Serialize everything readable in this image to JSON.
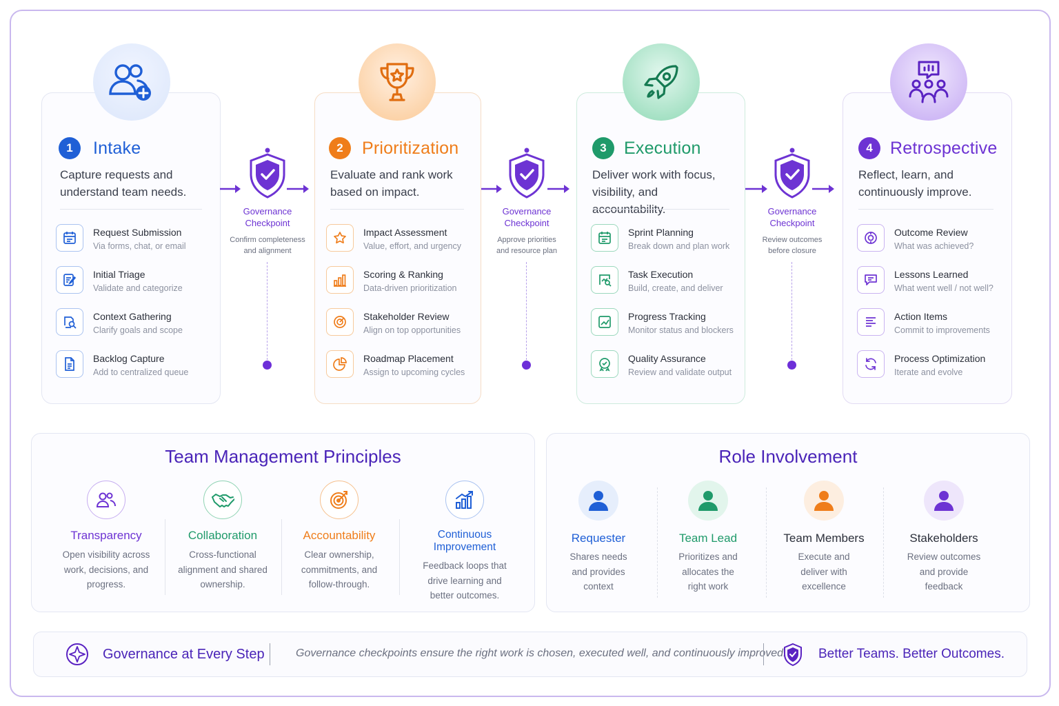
{
  "colors": {
    "intake": "#1f5fd6",
    "prioritization": "#ef7d1a",
    "execution": "#1f9a6a",
    "retrospective": "#6d33d3",
    "governance": "#6d33d3",
    "heading": "#4a24b8"
  },
  "stages": [
    {
      "number": "1",
      "title": "Intake",
      "icon": "add-user-icon",
      "description": [
        "Capture requests and",
        "understand team needs."
      ],
      "items": [
        {
          "title": "Request Submission",
          "subtitle": "Via forms, chat, or email",
          "icon": "form-icon"
        },
        {
          "title": "Initial Triage",
          "subtitle": "Validate and categorize",
          "icon": "edit-checklist-icon"
        },
        {
          "title": "Context Gathering",
          "subtitle": "Clarify goals and scope",
          "icon": "search-document-icon"
        },
        {
          "title": "Backlog Capture",
          "subtitle": "Add to centralized queue",
          "icon": "document-icon"
        }
      ]
    },
    {
      "number": "2",
      "title": "Prioritization",
      "icon": "trophy-icon",
      "description": [
        "Evaluate and rank work",
        "based on impact."
      ],
      "items": [
        {
          "title": "Impact Assessment",
          "subtitle": "Value, effort, and urgency",
          "icon": "star-icon"
        },
        {
          "title": "Scoring & Ranking",
          "subtitle": "Data-driven prioritization",
          "icon": "bar-chart-icon"
        },
        {
          "title": "Stakeholder Review",
          "subtitle": "Align on top opportunities",
          "icon": "target-icon"
        },
        {
          "title": "Roadmap Placement",
          "subtitle": "Assign to upcoming cycles",
          "icon": "pie-chart-icon"
        }
      ]
    },
    {
      "number": "3",
      "title": "Execution",
      "icon": "rocket-icon",
      "description": [
        "Deliver work with focus,",
        "visibility, and accountability."
      ],
      "items": [
        {
          "title": "Sprint Planning",
          "subtitle": "Break down and plan work",
          "icon": "calendar-icon"
        },
        {
          "title": "Task Execution",
          "subtitle": "Build, create, and deliver",
          "icon": "magnifier-chart-icon"
        },
        {
          "title": "Progress Tracking",
          "subtitle": "Monitor status and blockers",
          "icon": "trend-icon"
        },
        {
          "title": "Quality Assurance",
          "subtitle": "Review and validate output",
          "icon": "check-badge-icon"
        }
      ]
    },
    {
      "number": "4",
      "title": "Retrospective",
      "icon": "team-discussion-icon",
      "description": [
        "Reflect, learn, and",
        "continuously improve."
      ],
      "items": [
        {
          "title": "Outcome Review",
          "subtitle": "What was achieved?",
          "icon": "target-icon"
        },
        {
          "title": "Lessons Learned",
          "subtitle": "What went well / not well?",
          "icon": "speech-bubble-icon"
        },
        {
          "title": "Action Items",
          "subtitle": "Commit to improvements",
          "icon": "list-icon"
        },
        {
          "title": "Process Optimization",
          "subtitle": "Iterate and evolve",
          "icon": "refresh-icon"
        }
      ]
    }
  ],
  "checkpoints": [
    {
      "title": [
        "Governance",
        "Checkpoint"
      ],
      "subtitle": [
        "Confirm completeness",
        "and alignment"
      ]
    },
    {
      "title": [
        "Governance",
        "Checkpoint"
      ],
      "subtitle": [
        "Approve priorities",
        "and resource plan"
      ]
    },
    {
      "title": [
        "Governance",
        "Checkpoint"
      ],
      "subtitle": [
        "Review outcomes",
        "before closure"
      ]
    }
  ],
  "principles": {
    "title": "Team Management Principles",
    "items": [
      {
        "name": "Transparency",
        "description": [
          "Open visibility across",
          "work, decisions, and",
          "progress."
        ],
        "color": "#6d33d3",
        "icon": "people-icon"
      },
      {
        "name": "Collaboration",
        "description": [
          "Cross-functional",
          "alignment and shared",
          "ownership."
        ],
        "color": "#1f9a6a",
        "icon": "handshake-icon"
      },
      {
        "name": "Accountability",
        "description": [
          "Clear ownership,",
          "commitments, and",
          "follow-through."
        ],
        "color": "#ef7d1a",
        "icon": "target-arrow-icon"
      },
      {
        "name": "Continuous Improvement",
        "description": [
          "Feedback loops that",
          "drive learning and",
          "better outcomes."
        ],
        "color": "#1f5fd6",
        "icon": "growth-chart-icon"
      }
    ]
  },
  "roles": {
    "title": "Role Involvement",
    "items": [
      {
        "name": "Requester",
        "description": [
          "Shares needs",
          "and provides",
          "context"
        ],
        "color": "#1f5fd6",
        "bg": "#e6eefc",
        "icon": "user-icon"
      },
      {
        "name": "Team Lead",
        "description": [
          "Prioritizes and",
          "allocates the",
          "right work"
        ],
        "color": "#1f9a6a",
        "bg": "#e2f5ec",
        "icon": "user-icon"
      },
      {
        "name": "Team Members",
        "description": [
          "Execute and",
          "deliver with",
          "excellence"
        ],
        "color": "#ef7d1a",
        "bg": "#fdeee0",
        "icon": "user-icon"
      },
      {
        "name": "Stakeholders",
        "description": [
          "Review outcomes",
          "and provide",
          "feedback"
        ],
        "color": "#6d33d3",
        "bg": "#eee6fb",
        "icon": "user-icon"
      }
    ]
  },
  "footer": {
    "left": "Governance at Every Step",
    "middle": "Governance   checkpoints ensure the right work is chosen,  executed well, and continuously improved.",
    "right": "Better Teams. Better Outcomes."
  }
}
